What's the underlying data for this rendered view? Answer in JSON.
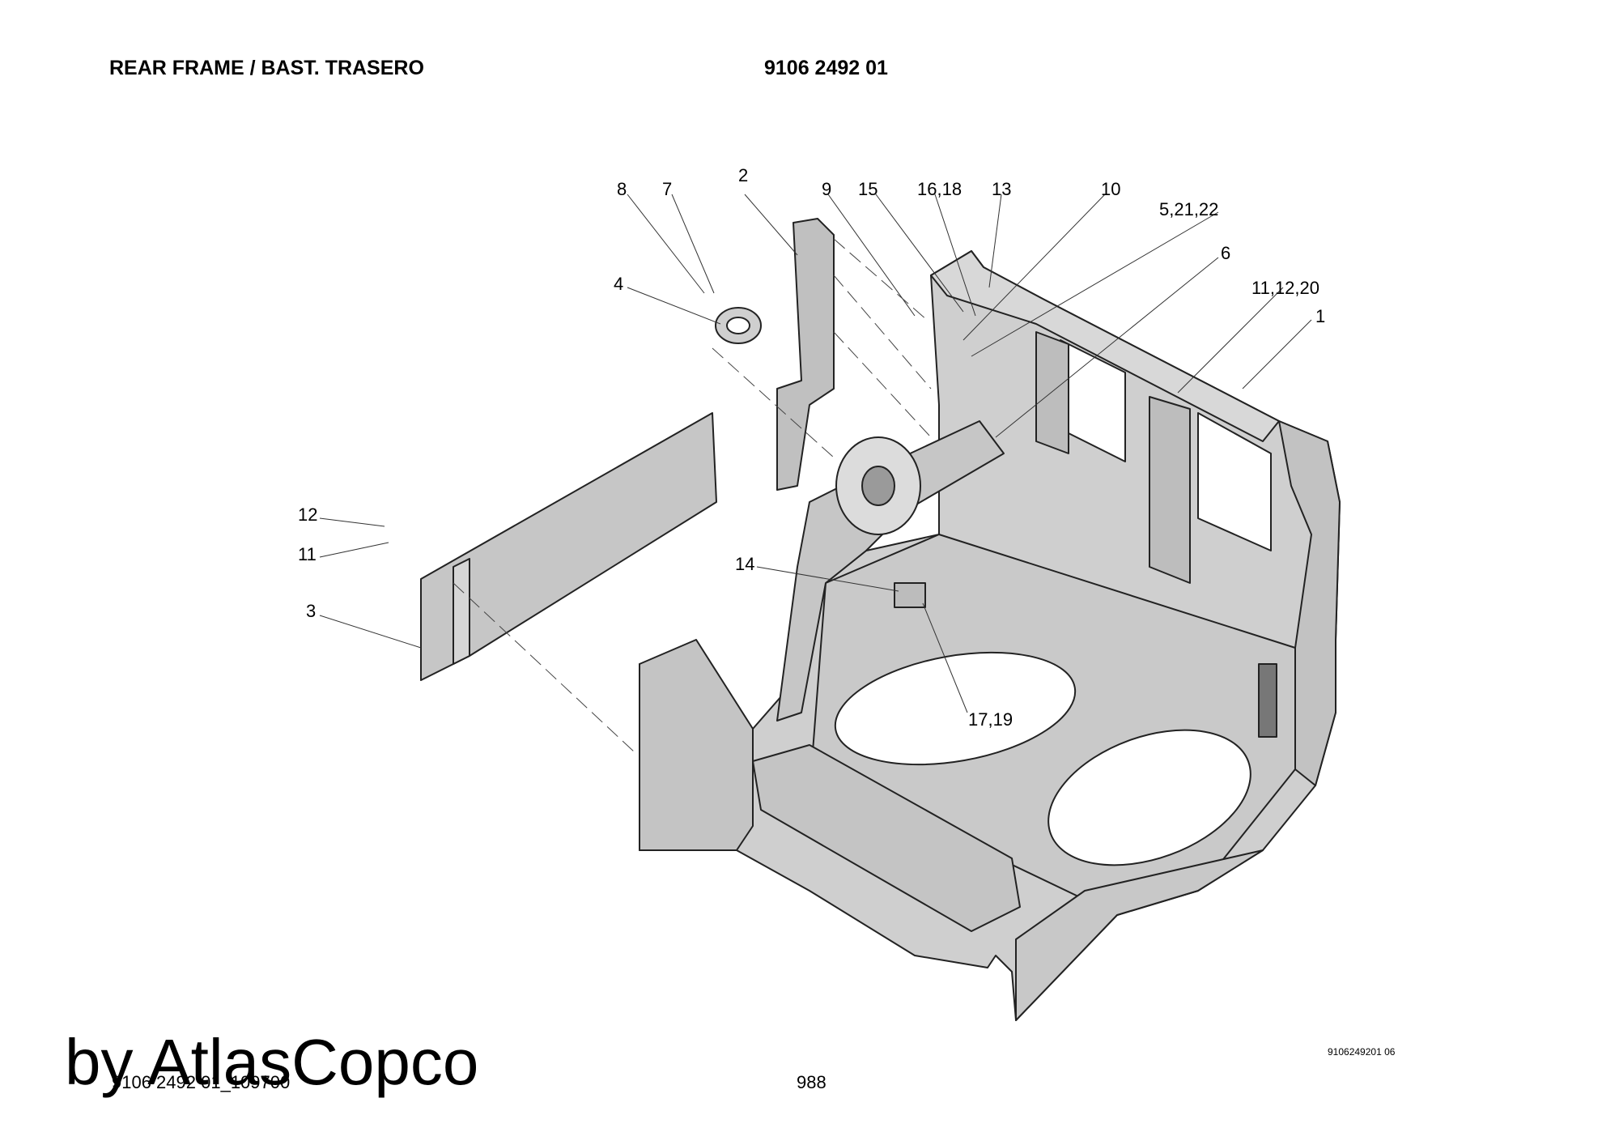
{
  "header": {
    "title": "REAR FRAME / BAST. TRASERO",
    "part_number": "9106 2492 01"
  },
  "callouts": {
    "c1": "1",
    "c2": "2",
    "c3": "3",
    "c4": "4",
    "c6": "6",
    "c7": "7",
    "c8": "8",
    "c9": "9",
    "c10": "10",
    "c11": "11",
    "c12": "12",
    "c13": "13",
    "c14": "14",
    "c15": "15",
    "c16_18": "16,18",
    "c17_19": "17,19",
    "c5_21_22": "5,21,22",
    "c11_12_20": "11,12,20"
  },
  "footer": {
    "reference": "9106 2492 01_109700",
    "page_number": "988",
    "image_reference": "9106249201 06",
    "watermark": "by AtlasCopco"
  }
}
